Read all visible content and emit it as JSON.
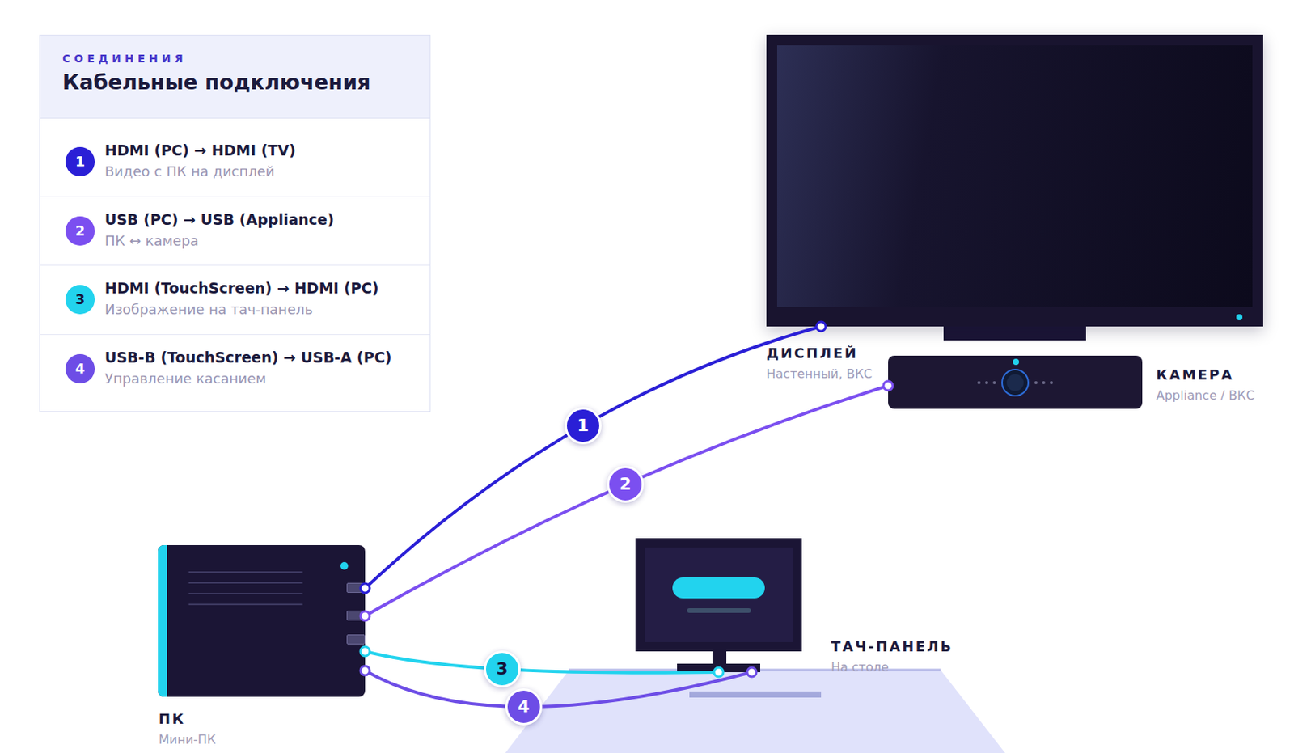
{
  "diagram": {
    "title": "Кабельные подключения",
    "nodes": [
      {
        "text": [
          "ДИСПЛЕЙ",
          "Настенный, ВКС"
        ]
      },
      {
        "text": [
          "КАМЕРА",
          "Appliance / ВКС"
        ]
      },
      {
        "text": [
          "ПК",
          "Мини-ПК"
        ]
      },
      {
        "text": [
          "ТАЧ-ПАНЕЛЬ",
          "На столе"
        ]
      }
    ],
    "edges": [
      {
        "from": 2,
        "to": 0,
        "arrow": "none",
        "label": "1"
      },
      {
        "from": 2,
        "to": 1,
        "arrow": "none",
        "label": "2"
      },
      {
        "from": 2,
        "to": 3,
        "arrow": "none",
        "label": "3"
      },
      {
        "from": 2,
        "to": 3,
        "arrow": "none",
        "label": "4"
      }
    ],
    "labels": [
      "СОЕДИНЕНИЯ",
      "1",
      "Видео с ПК на дисплей",
      "2",
      "ПК ↔ камера",
      "3",
      "Изображение на тач-панель",
      "4",
      "Управление касанием"
    ],
    "legend": [
      {
        "text": "HDMI (PC) → HDMI (TV)",
        "color": "#2a1fd6"
      },
      {
        "text": "USB (PC) → USB (Appliance)",
        "color": "#7b4ff0"
      },
      {
        "text": "HDMI (TouchScreen) → HDMI (PC)",
        "color": "#22d3ee"
      },
      {
        "text": "USB-B (TouchScreen) → USB-A (PC)",
        "color": "#6d4de6"
      }
    ]
  }
}
